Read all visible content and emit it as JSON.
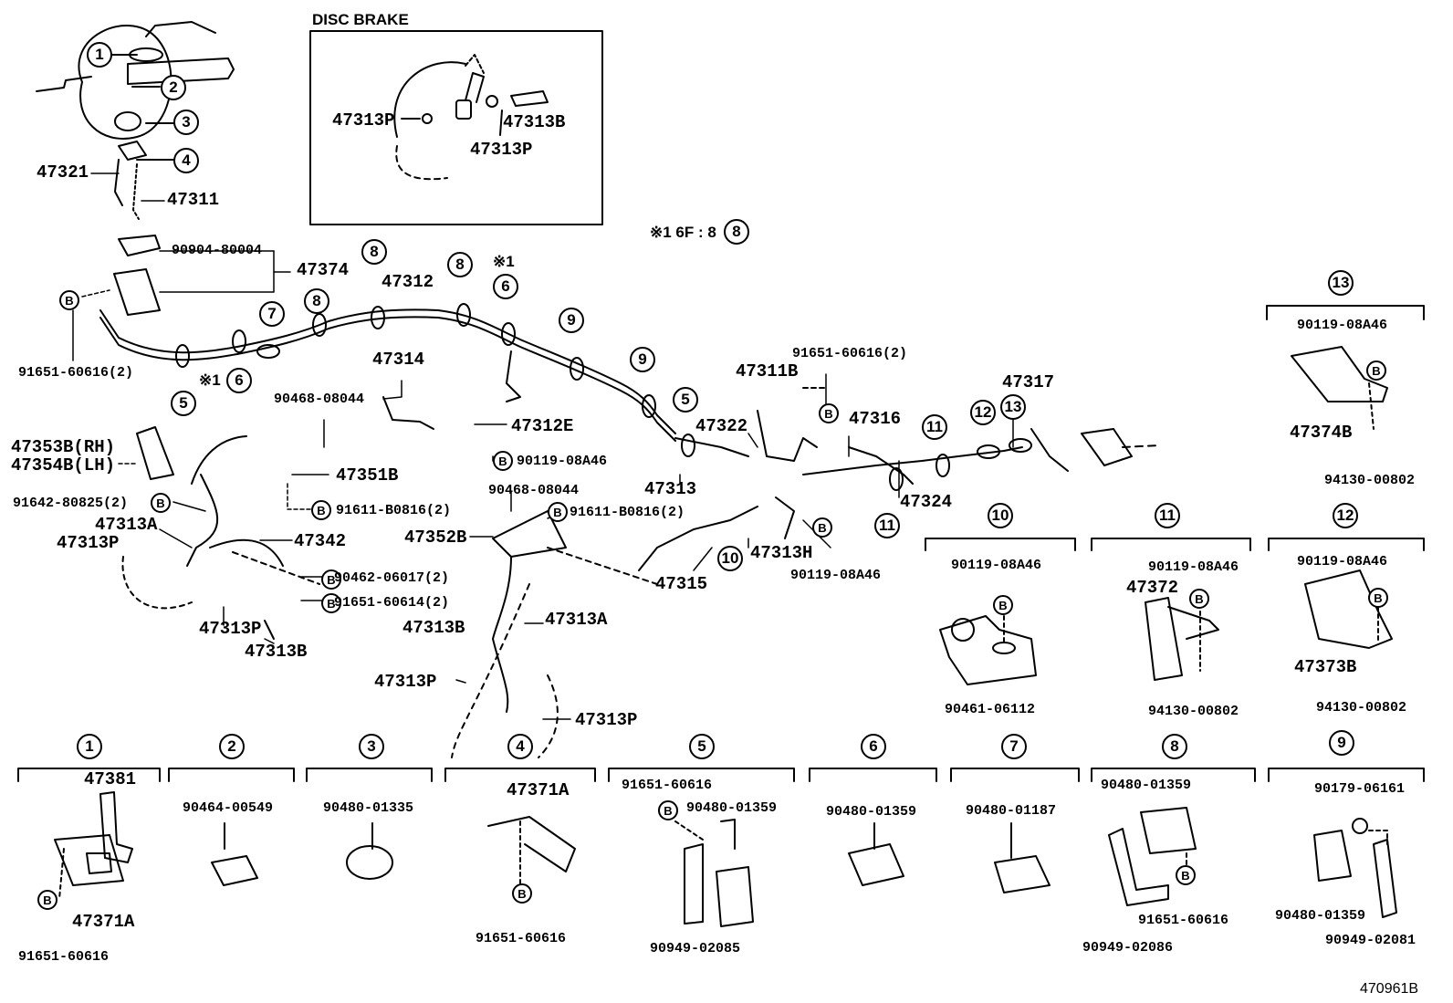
{
  "disc_brake_title": "DISC BRAKE",
  "note": "※1 6F : 8",
  "note_mark": "※1",
  "b": "B",
  "figure_ref": "470961B",
  "callouts": {
    "c1": "1",
    "c2": "2",
    "c3": "3",
    "c4": "4",
    "c5": "5",
    "c6": "6",
    "c7": "7",
    "c8": "8",
    "c9": "9",
    "c10": "10",
    "c11": "11",
    "c12": "12",
    "c13": "13"
  },
  "parts": {
    "p47313P": "47313P",
    "p47313B": "47313B",
    "p47321": "47321",
    "p47311": "47311",
    "p90904": "90904-80004",
    "p47374": "47374",
    "p91651_2": "91651-60616(2)",
    "p47312": "47312",
    "p47314": "47314",
    "p90468": "90468-08044",
    "p47351B": "47351B",
    "p91611_2": "91611-B0816(2)",
    "p47312E": "47312E",
    "p90119": "90119-08A46",
    "p47311B": "47311B",
    "p47316": "47316",
    "p47317": "47317",
    "p47322": "47322",
    "p47313": "47313",
    "p47324": "47324",
    "p47313H": "47313H",
    "p47315": "47315",
    "p47352B": "47352B",
    "p47313A": "47313A",
    "p47342": "47342",
    "p90462": "90462-06017(2)",
    "p91651_60614": "91651-60614(2)",
    "p47353B": "47353B(RH)",
    "p47354B": "47354B(LH)",
    "p91642": "91642-80825(2)",
    "p47374B": "47374B",
    "p94130": "94130-00802",
    "p90461": "90461-06112",
    "p47372": "47372",
    "p47373B": "47373B",
    "p47381": "47381",
    "p47371A": "47371A",
    "p91651": "91651-60616",
    "p90464": "90464-00549",
    "p90480_1335": "90480-01335",
    "p90480_1359": "90480-01359",
    "p90949_2085": "90949-02085",
    "p90480_1187": "90480-01187",
    "p90949_2086": "90949-02086",
    "p90179": "90179-06161",
    "p90949_2081": "90949-02081"
  }
}
